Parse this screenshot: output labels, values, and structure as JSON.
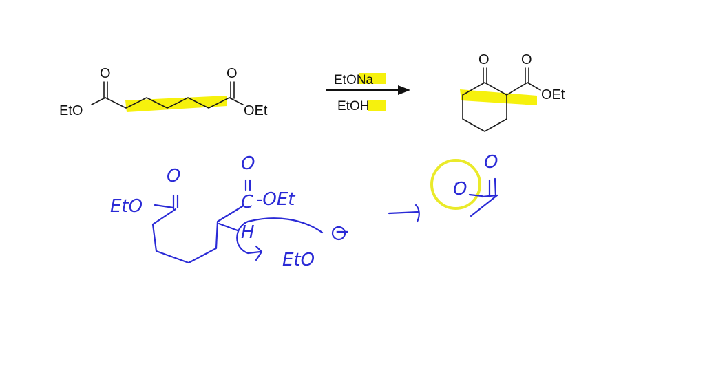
{
  "colors": {
    "background": "#ffffff",
    "ink_printed": "#111111",
    "ink_handwritten": "#2a2ad6",
    "highlight_yellow": "#f6f000",
    "circle_yellow": "#eaea2a"
  },
  "reaction": {
    "reactant": {
      "name": "diethyl heptanedioate (pimelate diester)",
      "left_group": "EtO",
      "right_group": "OEt",
      "left_carbonyl_O": "O",
      "right_carbonyl_O": "O"
    },
    "reagents": {
      "above_arrow": "EtONa",
      "below_arrow": "EtOH"
    },
    "product": {
      "name": "ethyl 2-oxocyclohexanecarboxylate",
      "ketone_O": "O",
      "ester_O": "O",
      "ester_group": "OEt"
    }
  },
  "handwritten": {
    "mechanism": {
      "left_label": "EtO",
      "left_carbonyl_O": "O",
      "right_carbonyl_O": "O",
      "right_carbon": "C",
      "right_group": "-OEt",
      "alpha_H": "H",
      "base_label": "EtO",
      "base_charge": "−"
    },
    "enolate_sketch": {
      "oxygen": "O",
      "top_O": "O"
    }
  }
}
